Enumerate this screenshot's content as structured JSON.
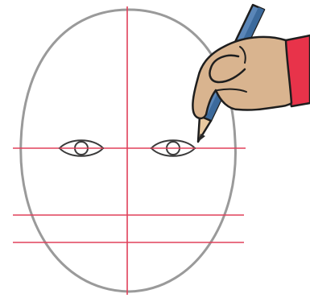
{
  "illustration": {
    "subject": "face-proportion-guide-drawing",
    "colors": {
      "background": "#ffffff",
      "face_outline": "#9a9a9a",
      "guide_lines": "#e0405a",
      "eye_outline": "#3a3a3a",
      "skin": "#d9b48f",
      "skin_outline": "#1e1e1e",
      "sleeve": "#e8334a",
      "pencil_body": "#5a86b8",
      "pencil_shadow": "#3c6a9c",
      "pencil_wood": "#e9c9a0",
      "pencil_lead": "#2a2a2a"
    },
    "elements": [
      "face-outline",
      "vertical-centre-guide",
      "eye-level-guide",
      "nose-level-guide",
      "mouth-level-guide",
      "left-eye",
      "right-eye",
      "hand-holding-pencil"
    ]
  }
}
